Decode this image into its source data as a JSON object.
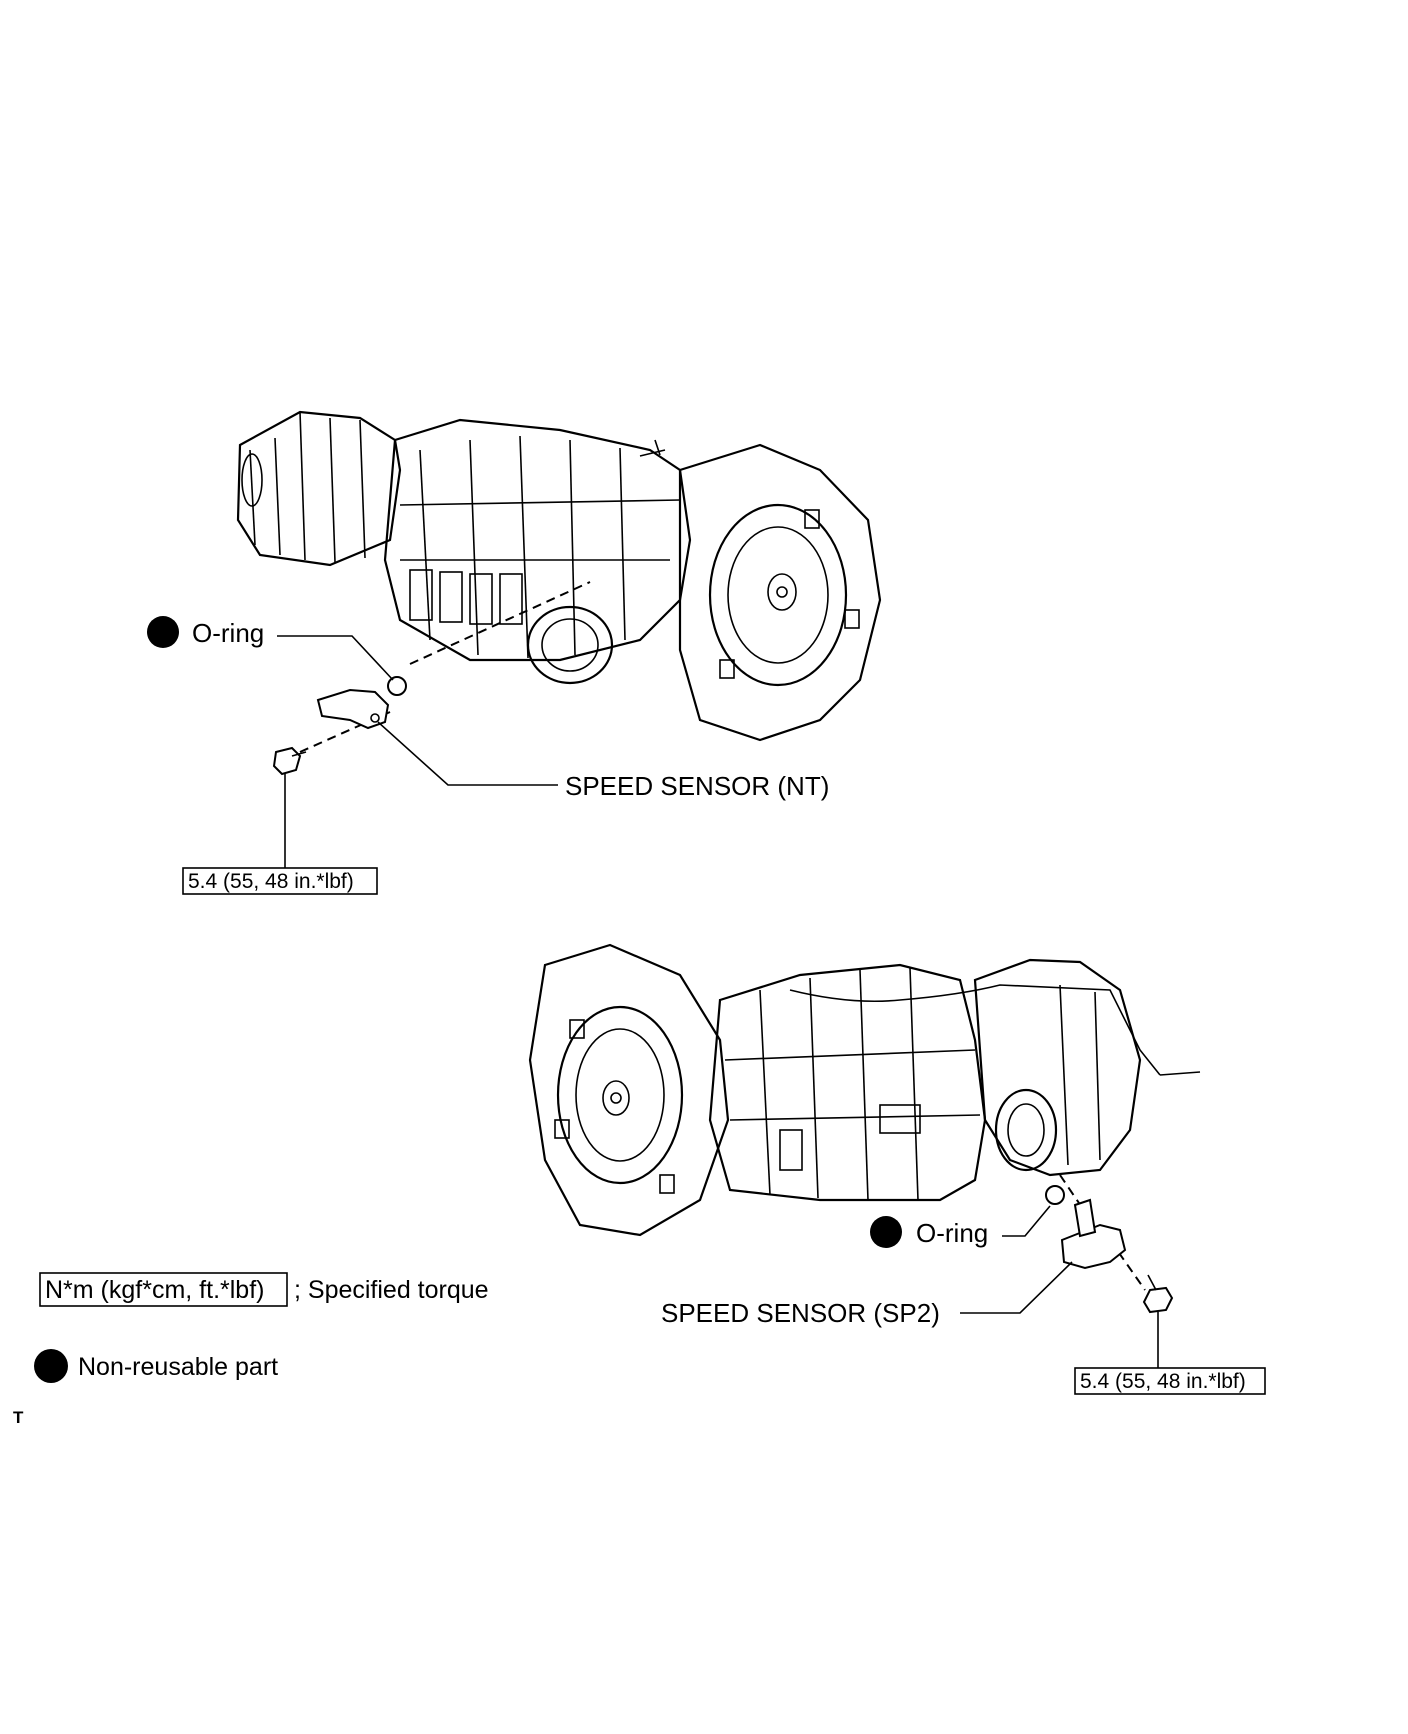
{
  "upper_assembly": {
    "oring_label": "O-ring",
    "sensor_label": "SPEED SENSOR (NT)",
    "torque_value": "5.4 (55, 48 in.*lbf)"
  },
  "lower_assembly": {
    "oring_label": "O-ring",
    "sensor_label": "SPEED SENSOR (SP2)",
    "torque_value": "5.4 (55, 48 in.*lbf)"
  },
  "legend": {
    "torque_unit": "N*m (kgf*cm, ft.*lbf)",
    "torque_desc": "; Specified torque",
    "nonreusable_desc": "Non-reusable part"
  },
  "corner_mark": "T",
  "icons": {
    "non_reusable_marker": "filled-black-circle"
  }
}
